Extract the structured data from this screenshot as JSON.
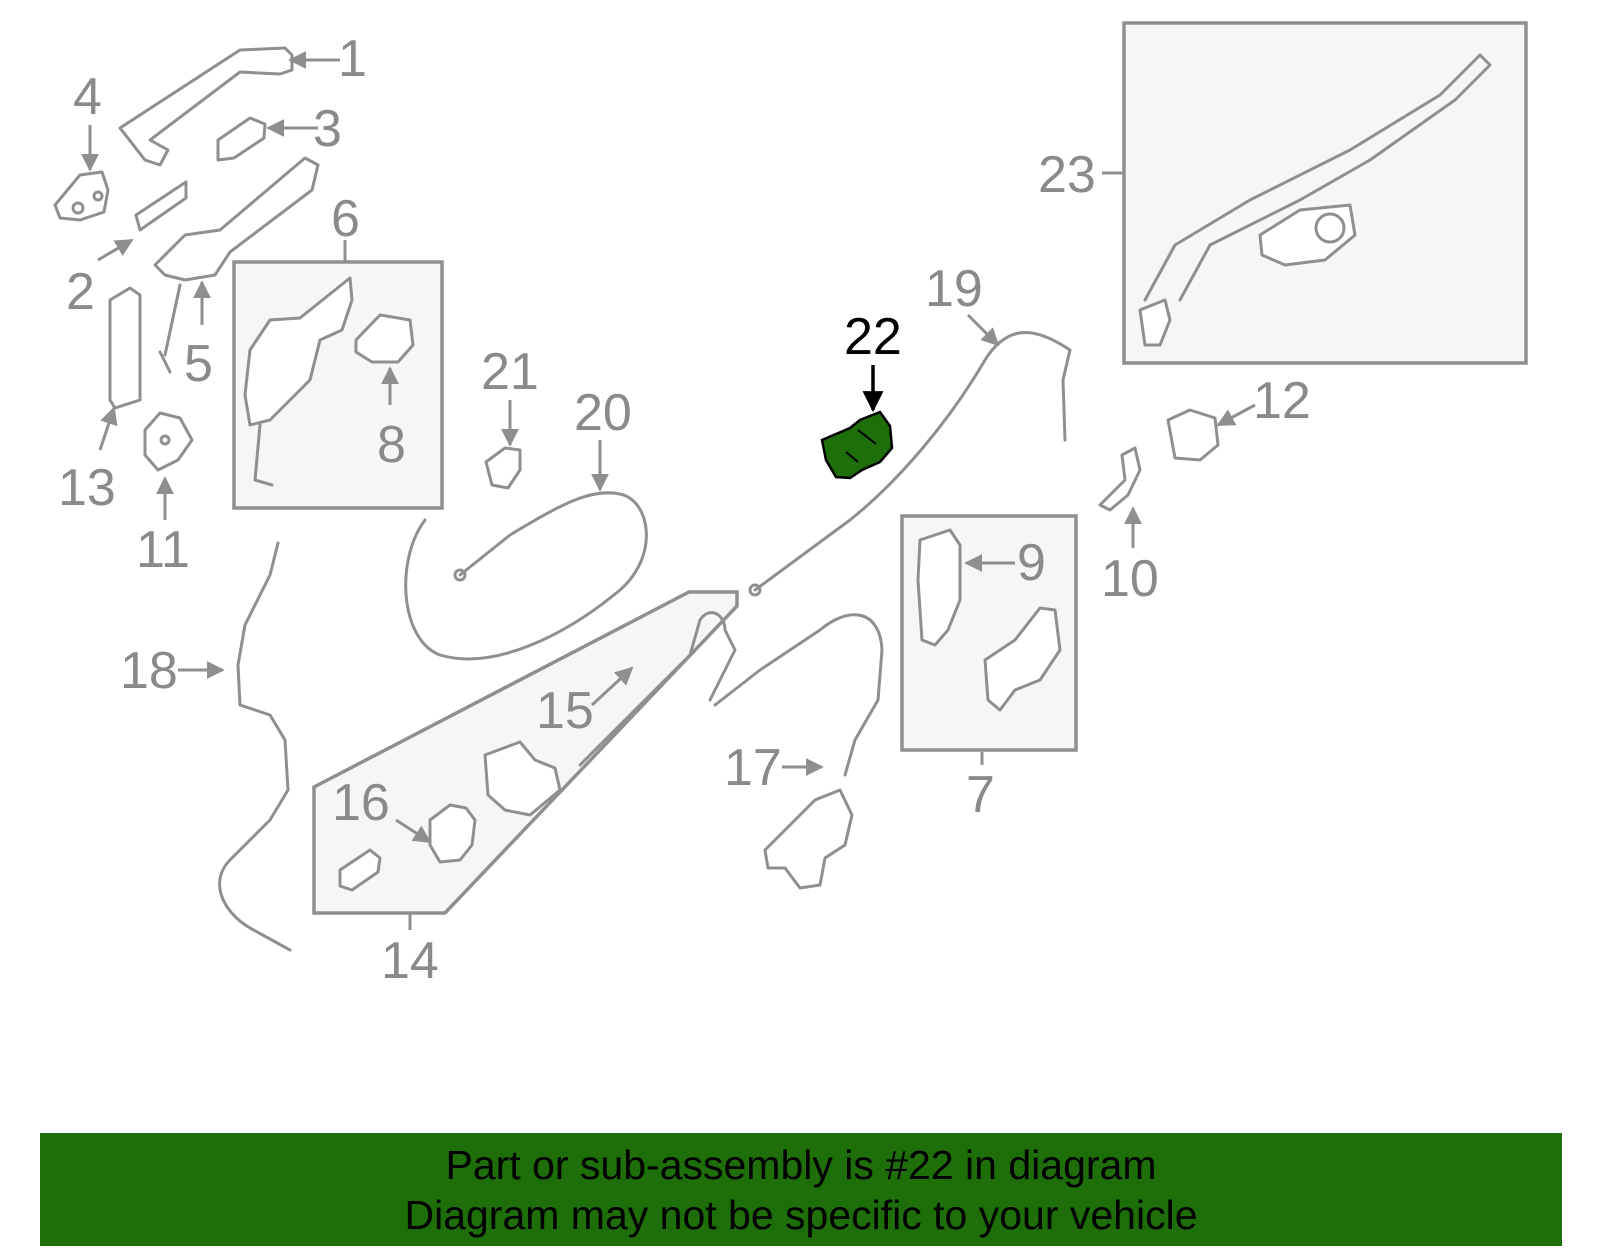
{
  "diagram": {
    "highlight_color": "#1e6e0a",
    "callouts": {
      "c1": "1",
      "c2": "2",
      "c3": "3",
      "c4": "4",
      "c5": "5",
      "c6": "6",
      "c7": "7",
      "c8": "8",
      "c9": "9",
      "c10": "10",
      "c11": "11",
      "c12": "12",
      "c13": "13",
      "c14": "14",
      "c15": "15",
      "c16": "16",
      "c17": "17",
      "c18": "18",
      "c19": "19",
      "c20": "20",
      "c21": "21",
      "c22": "22",
      "c23": "23"
    },
    "highlighted_part": "22"
  },
  "banner": {
    "background": "#1e6e0a",
    "line1": "Part or sub-assembly is #22 in diagram",
    "line2": "Diagram may not be specific to your vehicle"
  }
}
